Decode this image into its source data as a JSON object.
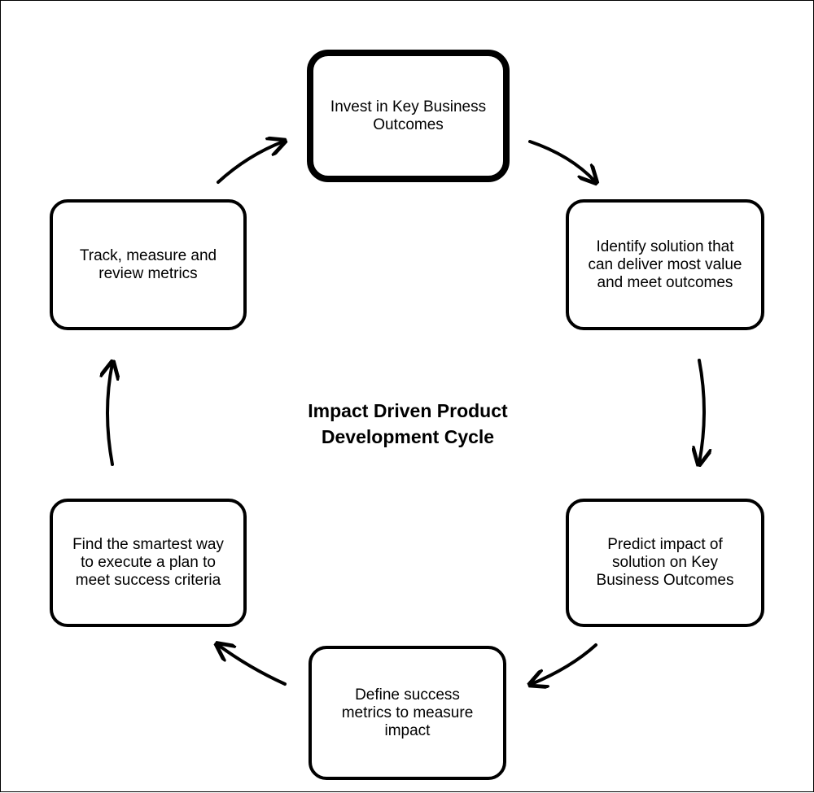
{
  "diagram": {
    "title": "Impact Driven Product\n Development Cycle",
    "steps": [
      {
        "label": "Invest in Key Business\nOutcomes"
      },
      {
        "label": "Identify solution that\ncan deliver most value\nand meet outcomes"
      },
      {
        "label": "Predict impact of\nsolution on Key\nBusiness Outcomes"
      },
      {
        "label": "Define success\nmetrics to measure\nimpact"
      },
      {
        "label": "Find the smartest way\nto execute a plan to\nmeet success criteria"
      },
      {
        "label": "Track, measure and\nreview metrics"
      }
    ]
  }
}
